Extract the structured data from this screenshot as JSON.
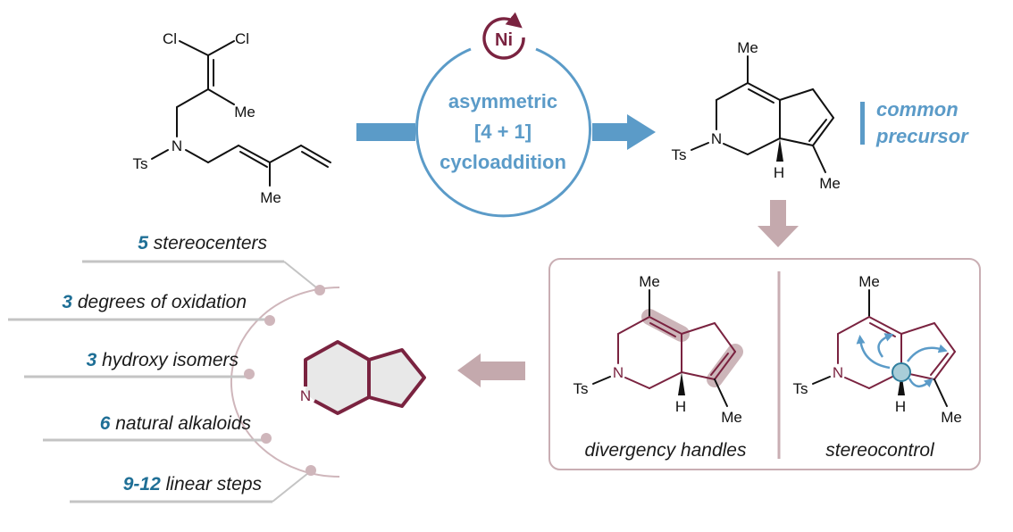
{
  "colors": {
    "catalysis_blue": "#5b9bc8",
    "nickel_maroon": "#7a2340",
    "highlight_rose": "#c4a9ad",
    "stat_number_blue": "#1f6f96",
    "leader_gray": "#c4c4c4"
  },
  "starting_material": {
    "labels": {
      "cl_left": "Cl",
      "cl_right": "Cl",
      "me_vinyl": "Me",
      "n": "N",
      "ts": "Ts",
      "me_diene": "Me"
    }
  },
  "catalysis": {
    "metal": "Ni",
    "metal_icon": "cycle-arrow-icon",
    "lines": [
      "asymmetric",
      "[4 + 1]",
      "cycloaddition"
    ]
  },
  "product": {
    "labels": {
      "me_top": "Me",
      "n": "N",
      "ts": "Ts",
      "h": "H",
      "me_bottom": "Me"
    },
    "tag_lines": [
      "common",
      "precursor"
    ]
  },
  "features_box": {
    "panels": [
      {
        "caption": "divergency handles",
        "labels": {
          "me_top": "Me",
          "n": "N",
          "ts": "Ts",
          "h": "H",
          "me_bottom": "Me"
        }
      },
      {
        "caption": "stereocontrol",
        "labels": {
          "me_top": "Me",
          "n": "N",
          "ts": "Ts",
          "h": "H",
          "me_bottom": "Me"
        }
      }
    ]
  },
  "skeleton": {
    "n_label": "N"
  },
  "stats": [
    {
      "number": "5",
      "text": "stereocenters"
    },
    {
      "number": "3",
      "text": "degrees of oxidation"
    },
    {
      "number": "3",
      "text": "hydroxy isomers"
    },
    {
      "number": "6",
      "text": "natural alkaloids"
    },
    {
      "number": "9-12",
      "text": "linear steps"
    }
  ]
}
